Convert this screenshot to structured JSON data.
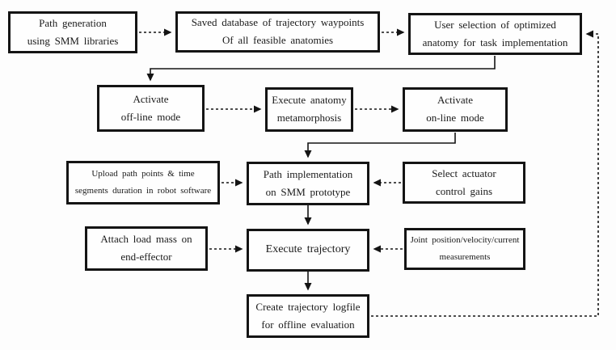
{
  "nodes": {
    "path_generation": {
      "line1": "Path generation",
      "line2": "using SMM libraries"
    },
    "saved_database": {
      "line1": "Saved database of trajectory waypoints",
      "line2": "Of all feasible anatomies"
    },
    "user_selection": {
      "line1": "User selection of optimized",
      "line2": "anatomy for task implementation"
    },
    "activate_offline": {
      "line1": "Activate",
      "line2": "off-line mode"
    },
    "execute_metamorphosis": {
      "line1": "Execute anatomy",
      "line2": "metamorphosis"
    },
    "activate_online": {
      "line1": "Activate",
      "line2": "on-line mode"
    },
    "upload_path_points": {
      "line1": "Upload path points & time",
      "line2": "segments duration in robot software"
    },
    "path_implementation": {
      "line1": "Path implementation",
      "line2": "on SMM prototype"
    },
    "select_actuator": {
      "line1": "Select actuator",
      "line2": "control gains"
    },
    "attach_load": {
      "line1": "Attach load mass on",
      "line2": "end-effector"
    },
    "execute_trajectory": {
      "line1": "Execute trajectory"
    },
    "joint_measurements": {
      "line1": "Joint position/velocity/current",
      "line2": "measurements"
    },
    "create_logfile": {
      "line1": "Create trajectory logfile",
      "line2": "for offline evaluation"
    }
  },
  "edges": [
    {
      "from": "path_generation",
      "to": "saved_database",
      "style": "dashed"
    },
    {
      "from": "saved_database",
      "to": "user_selection",
      "style": "dashed"
    },
    {
      "from": "user_selection",
      "to": "activate_offline",
      "style": "solid"
    },
    {
      "from": "activate_offline",
      "to": "execute_metamorphosis",
      "style": "dashed"
    },
    {
      "from": "execute_metamorphosis",
      "to": "activate_online",
      "style": "dashed"
    },
    {
      "from": "activate_online",
      "to": "path_implementation",
      "style": "solid"
    },
    {
      "from": "upload_path_points",
      "to": "path_implementation",
      "style": "dashed"
    },
    {
      "from": "select_actuator",
      "to": "path_implementation",
      "style": "dashed"
    },
    {
      "from": "path_implementation",
      "to": "execute_trajectory",
      "style": "solid"
    },
    {
      "from": "attach_load",
      "to": "execute_trajectory",
      "style": "dashed"
    },
    {
      "from": "joint_measurements",
      "to": "execute_trajectory",
      "style": "dashed"
    },
    {
      "from": "execute_trajectory",
      "to": "create_logfile",
      "style": "solid"
    },
    {
      "from": "create_logfile",
      "to": "user_selection",
      "style": "dashed"
    }
  ],
  "colors": {
    "line": "#141414",
    "box_border": "#141414",
    "text": "#1a1a1a",
    "background": "#fdfdfd"
  }
}
